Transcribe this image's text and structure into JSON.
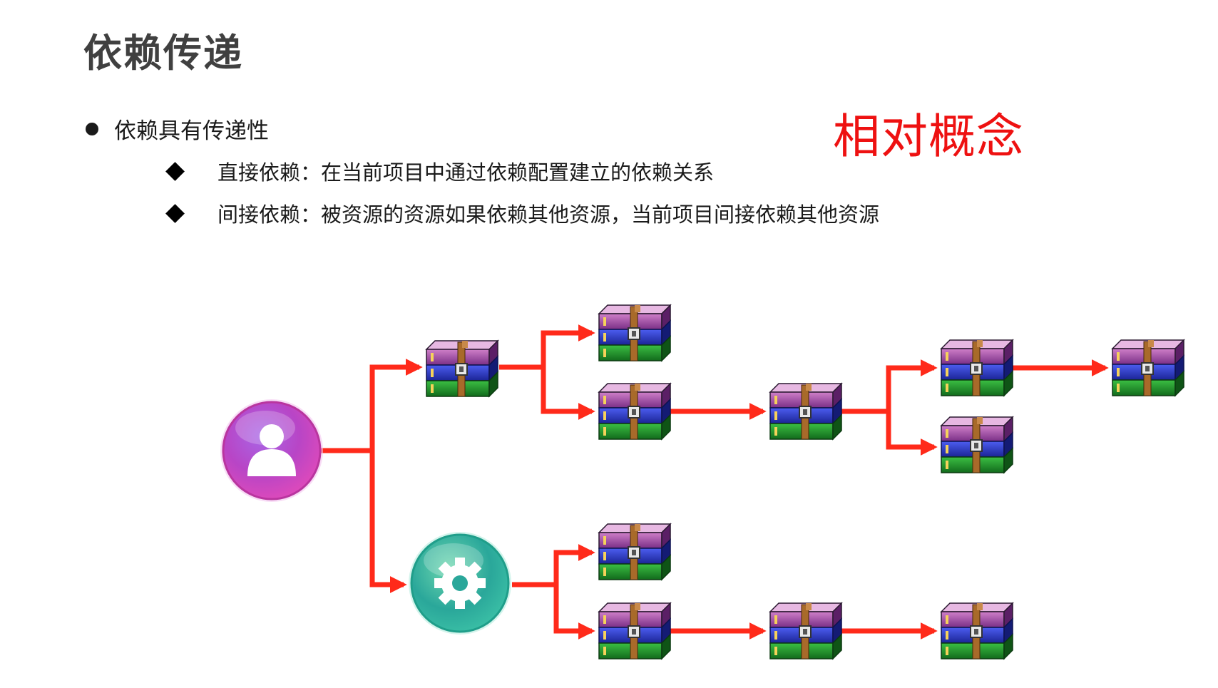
{
  "title": "依赖传递",
  "callout": "相对概念",
  "bullets": {
    "main": "依赖具有传递性",
    "direct": "直接依赖：在当前项目中通过依赖配置建立的依赖关系",
    "indirect": "间接依赖：被资源的资源如果依赖其他资源，当前项目间接依赖其他资源"
  },
  "colors": {
    "arrow": "#ff2a1a",
    "title": "#404040",
    "callout": "#ee1111",
    "user_node": "#c040c8",
    "gear_node": "#27b59a"
  },
  "icons": {
    "root": "user-icon",
    "module": "gear-icon",
    "resource": "archive-stack-icon"
  }
}
